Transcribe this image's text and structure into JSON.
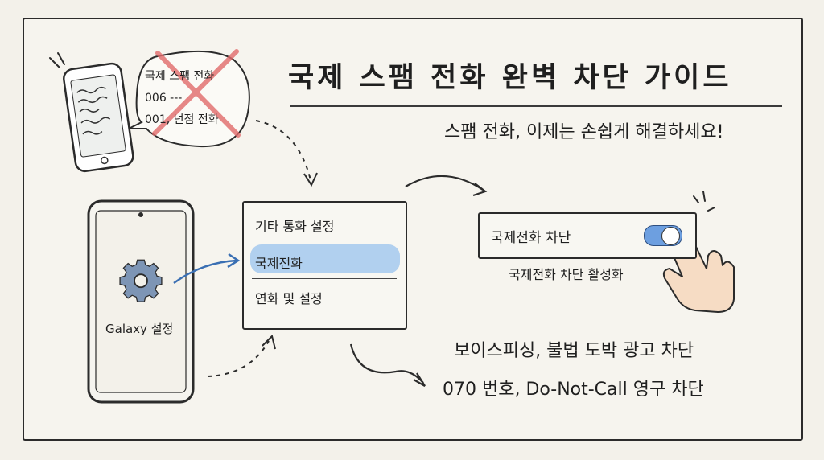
{
  "title": "국제 스팸 전화 완벽 차단 가이드",
  "subtitle": "스팸 전화, 이제는 손쉽게 해결하세요!",
  "bubble": {
    "line1": "국제 스팸 전화",
    "line2": "006 ---",
    "line3": "001, 넌점 전화"
  },
  "galaxy": {
    "label": "Galaxy 설정",
    "icon": "gear-icon"
  },
  "menu": {
    "items": [
      {
        "label": "기타 통화 설정"
      },
      {
        "label": "국제전화",
        "selected": true
      },
      {
        "label": "연화 및 설정"
      }
    ],
    "highlight_color": "#a9cbee"
  },
  "toggle": {
    "label": "국제전화 차단",
    "on": true,
    "caption": "국제전화 차단 활성화",
    "accent": "#6d9fe0"
  },
  "features": [
    "보이스피싱, 불법 도박 광고 차단",
    "070 번호, Do-Not-Call 영구 차단"
  ],
  "colors": {
    "background": "#f3f1ea",
    "cross": "#e26b6b",
    "ink": "#1f1f1f"
  }
}
